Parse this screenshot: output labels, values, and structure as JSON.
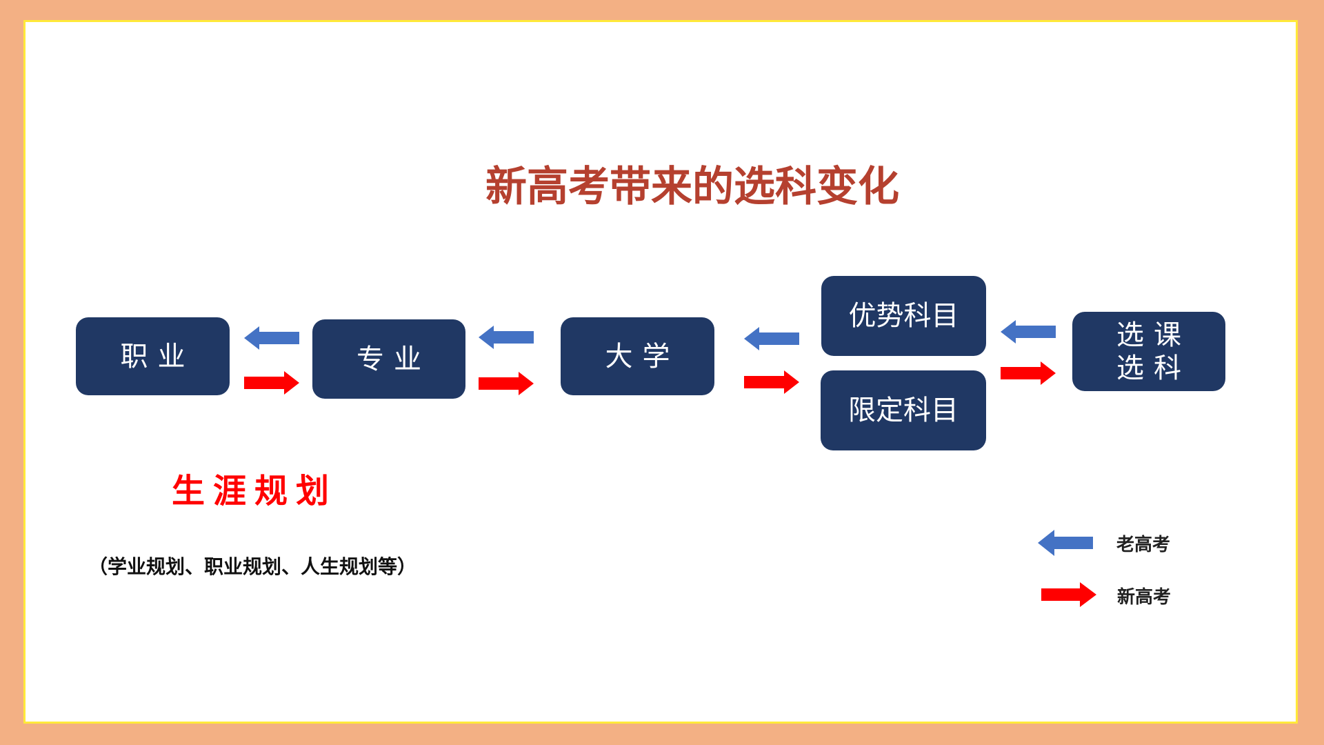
{
  "title": "新高考带来的选科变化",
  "boxes": {
    "career": "职业",
    "major": "专业",
    "university": "大学",
    "strong_subjects": "优势科目",
    "limited_subjects": "限定科目",
    "course_selection_line1": "选课",
    "course_selection_line2": "选科"
  },
  "career_planning": {
    "heading": "生涯规划",
    "detail": "（学业规划、职业规划、人生规划等）"
  },
  "legend": {
    "old": "老高考",
    "new": "新高考"
  },
  "colors": {
    "old_arrow": "#4472c4",
    "new_arrow": "#ff0000",
    "box": "#203864",
    "title": "#b5402f"
  }
}
